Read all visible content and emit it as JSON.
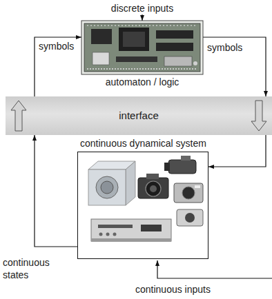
{
  "diagram": {
    "nodes": [
      {
        "text": [
          "automaton / logic"
        ]
      },
      {
        "text": [
          "interface"
        ]
      },
      {
        "text": [
          "continuous dynamical system"
        ]
      }
    ],
    "edges": [
      {
        "from": 1,
        "to": 0,
        "arrow": "to"
      },
      {
        "from": 0,
        "to": 1,
        "arrow": "to"
      },
      {
        "from": 1,
        "to": 2,
        "arrow": "to"
      },
      {
        "from": 2,
        "to": 1,
        "arrow": "to"
      }
    ],
    "labels": [
      "discrete inputs",
      "symbols",
      "symbols",
      "continuous states",
      "continuous inputs"
    ]
  }
}
